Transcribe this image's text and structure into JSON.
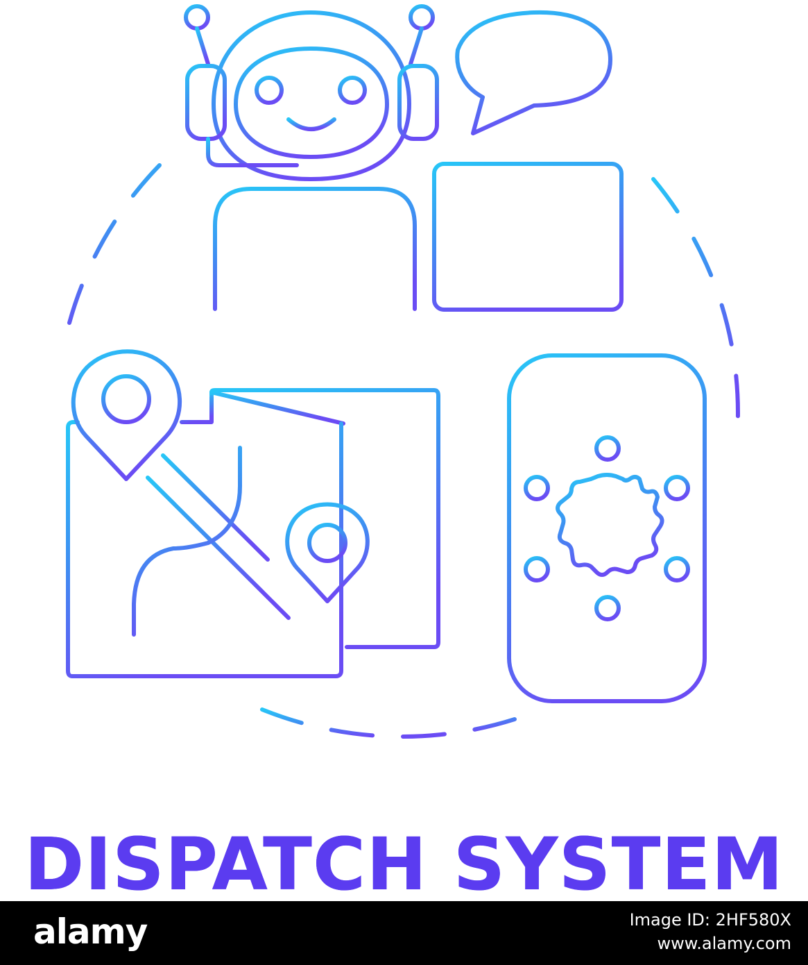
{
  "title": "DISPATCH SYSTEM",
  "colors": {
    "gradient_start": "#27c4f6",
    "gradient_end": "#6a4cf4",
    "title": "#5b3cf0",
    "background": "#ffffff",
    "footer": "#000000"
  },
  "icons": [
    "robot-operator-icon",
    "speech-bubble-icon",
    "laptop-icon",
    "folded-map-icon",
    "location-pin-icon",
    "smartphone-icon",
    "gear-network-icon"
  ],
  "footer": {
    "logo": "alamy",
    "image_id": "Image ID: 2HF580X",
    "site": "www.alamy.com"
  }
}
